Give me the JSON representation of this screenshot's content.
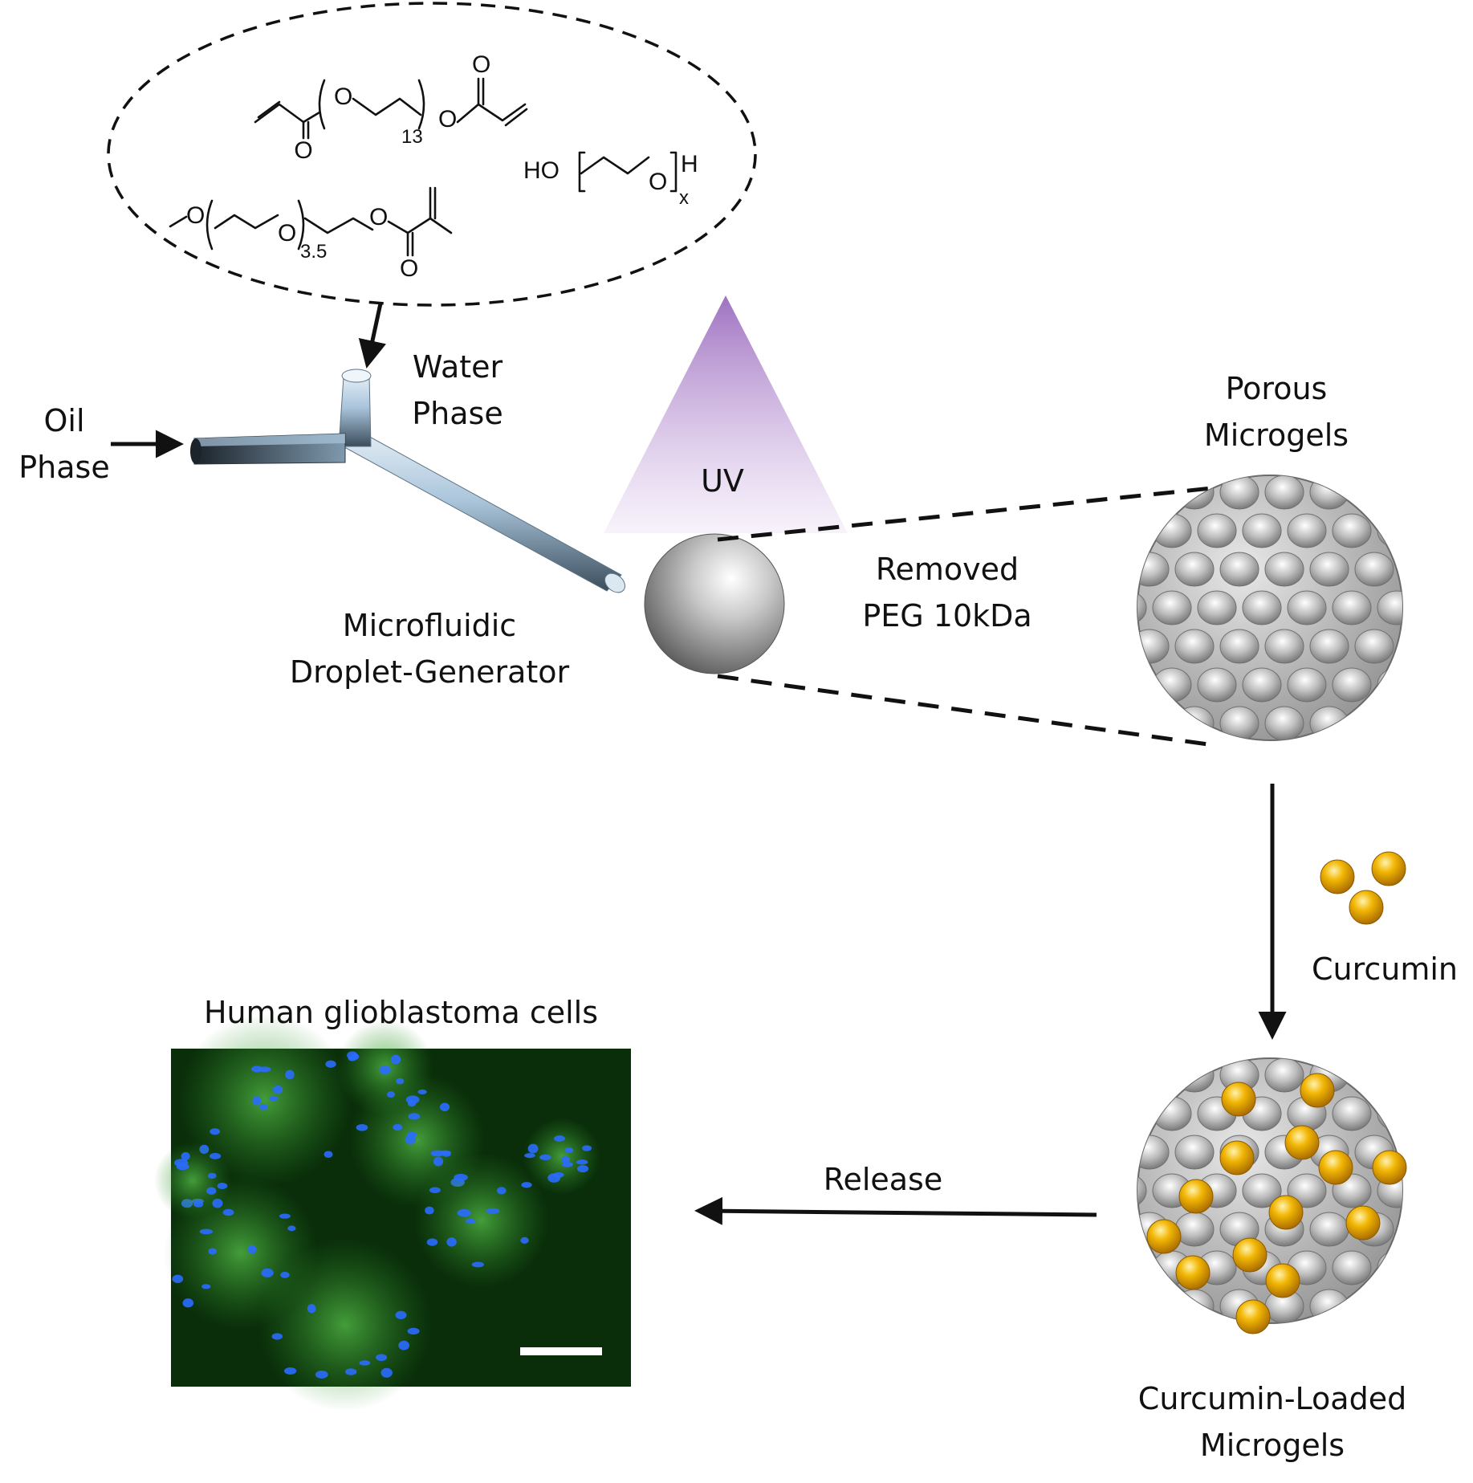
{
  "labels": {
    "oil_phase_1": "Oil",
    "oil_phase_2": "Phase",
    "water_phase_1": "Water",
    "water_phase_2": "Phase",
    "device_1": "Microfluidic",
    "device_2": "Droplet-Generator",
    "uv": "UV",
    "removed_1": "Removed",
    "removed_2": "PEG 10kDa",
    "porous_1": "Porous",
    "porous_2": "Microgels",
    "curcumin": "Curcumin",
    "loaded_1": "Curcumin-Loaded",
    "loaded_2": "Microgels",
    "release": "Release",
    "cells_title": "Human glioblastoma cells"
  },
  "chemistry": {
    "peg_diacrylate_repeat": "13",
    "mpeg_methacrylate_repeat": "3.5",
    "peg_repeat": "x",
    "oxygen": "O",
    "hydroxyl": "HO",
    "hydrogen": "H"
  },
  "colors": {
    "uv_cone": "#a57bc4",
    "curcumin": "#f2b705",
    "channel": "#a9c4da",
    "micrograph_bg": "#0a2e0a",
    "nucleus": "#2a6cff",
    "cytoplasm": "#3fa03a"
  }
}
